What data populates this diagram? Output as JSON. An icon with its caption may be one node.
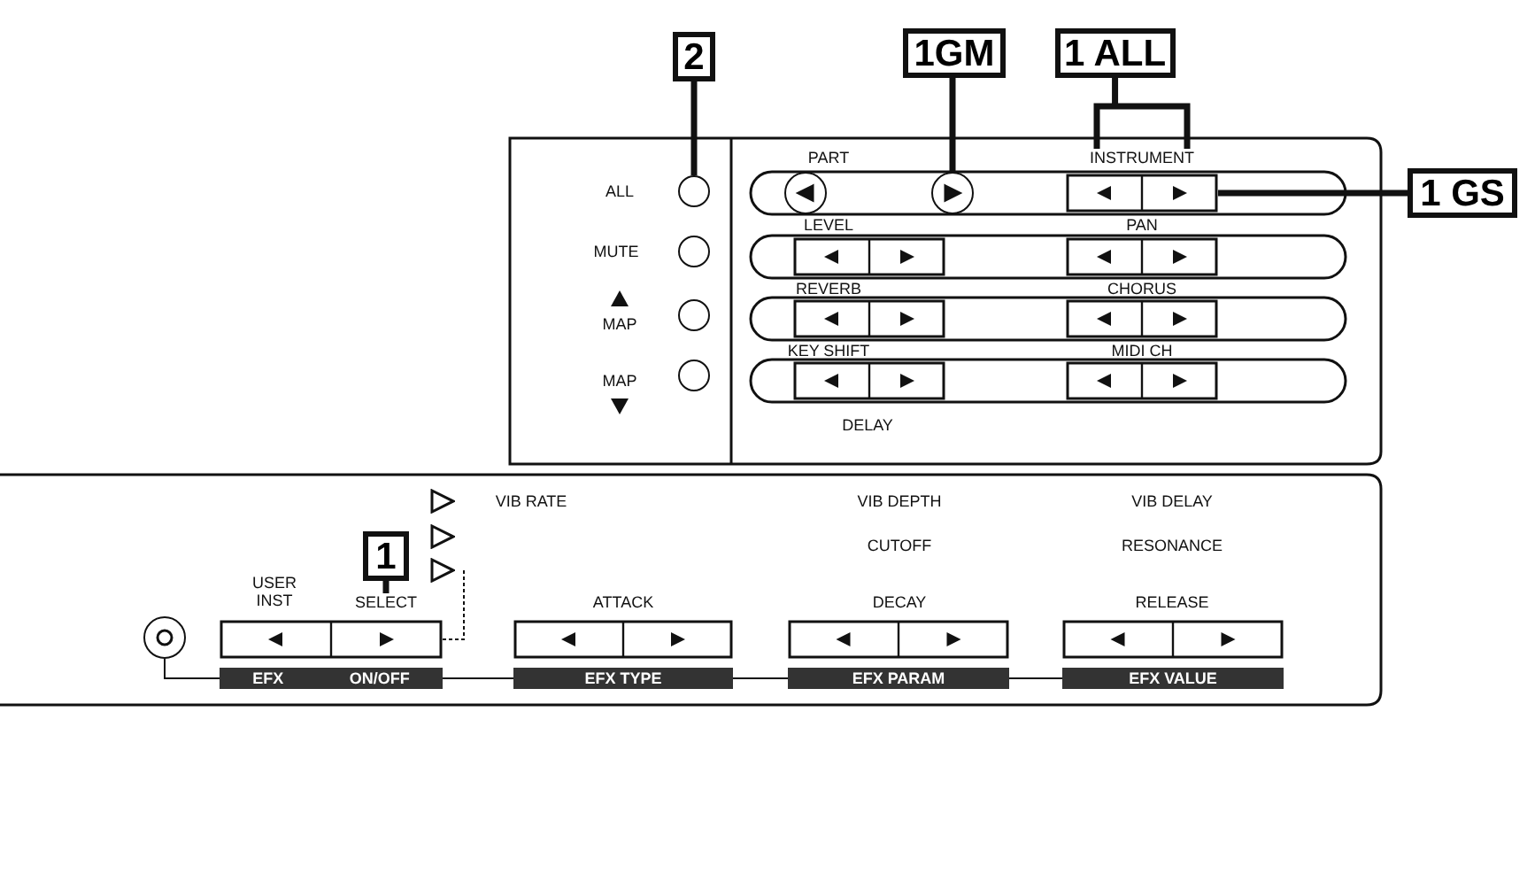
{
  "diagram": {
    "nodes": [
      {
        "text": [
          "2"
        ]
      },
      {
        "text": [
          "1GM"
        ]
      },
      {
        "text": [
          "1 ALL"
        ]
      },
      {
        "text": [
          "1 GS"
        ]
      },
      {
        "text": [
          "1"
        ]
      },
      {
        "text": [],
        "shape": "circle"
      },
      {
        "text": [],
        "shape": "circle"
      },
      {
        "text": [
          "INSTRUMENT"
        ]
      },
      {
        "text": [],
        "shape": "box"
      },
      {
        "text": [
          "SELECT"
        ]
      },
      {
        "text": [],
        "shape": "circle"
      },
      {
        "text": [],
        "shape": "circle"
      },
      {
        "text": [],
        "shape": "circle"
      },
      {
        "text": [],
        "shape": "circle"
      },
      {
        "text": [],
        "shape": "box"
      },
      {
        "text": [],
        "shape": "box"
      },
      {
        "text": [],
        "shape": "box"
      },
      {
        "text": [],
        "shape": "box"
      },
      {
        "text": [],
        "shape": "box"
      },
      {
        "text": [],
        "shape": "box"
      },
      {
        "text": [],
        "shape": "box"
      },
      {
        "text": [],
        "shape": "box"
      },
      {
        "text": [],
        "shape": "box"
      },
      {
        "text": [],
        "shape": "box"
      },
      {
        "text": [],
        "shape": "circle"
      },
      {
        "text": [
          "EFX",
          "ON/OFF"
        ]
      },
      {
        "text": [
          "EFX TYPE"
        ]
      },
      {
        "text": [
          "EFX PARAM"
        ]
      },
      {
        "text": [
          "EFX VALUE"
        ]
      },
      {
        "text": [],
        "shape": "triangle"
      },
      {
        "text": [],
        "shape": "triangle"
      },
      {
        "text": [],
        "shape": "triangle"
      }
    ],
    "edges": [
      {
        "from": 0,
        "to": 5,
        "arrow": "none",
        "style": "thick"
      },
      {
        "from": 1,
        "to": 6,
        "arrow": "none",
        "style": "thick"
      },
      {
        "from": 2,
        "to": 7,
        "arrow": "none",
        "style": "thick"
      },
      {
        "from": 3,
        "to": 8,
        "arrow": "none",
        "style": "thick"
      },
      {
        "from": 4,
        "to": 9,
        "arrow": "none",
        "style": "thick"
      },
      {
        "from": 24,
        "to": 25,
        "arrow": "none"
      },
      {
        "from": 25,
        "to": 26,
        "arrow": "none"
      },
      {
        "from": 26,
        "to": 27,
        "arrow": "none"
      },
      {
        "from": 27,
        "to": 28,
        "arrow": "none"
      },
      {
        "from": 20,
        "to": 31,
        "arrow": "none",
        "style": "dashed"
      }
    ],
    "labels": [
      "ALL",
      "MUTE",
      "MAP",
      "MAP",
      "PART",
      "LEVEL",
      "PAN",
      "REVERB",
      "CHORUS",
      "KEY SHIFT",
      "MIDI CH",
      "DELAY",
      "VIB RATE",
      "VIB DEPTH",
      "VIB DELAY",
      "CUTOFF",
      "RESONANCE",
      "USER INST",
      "ATTACK",
      "DECAY",
      "RELEASE"
    ]
  }
}
